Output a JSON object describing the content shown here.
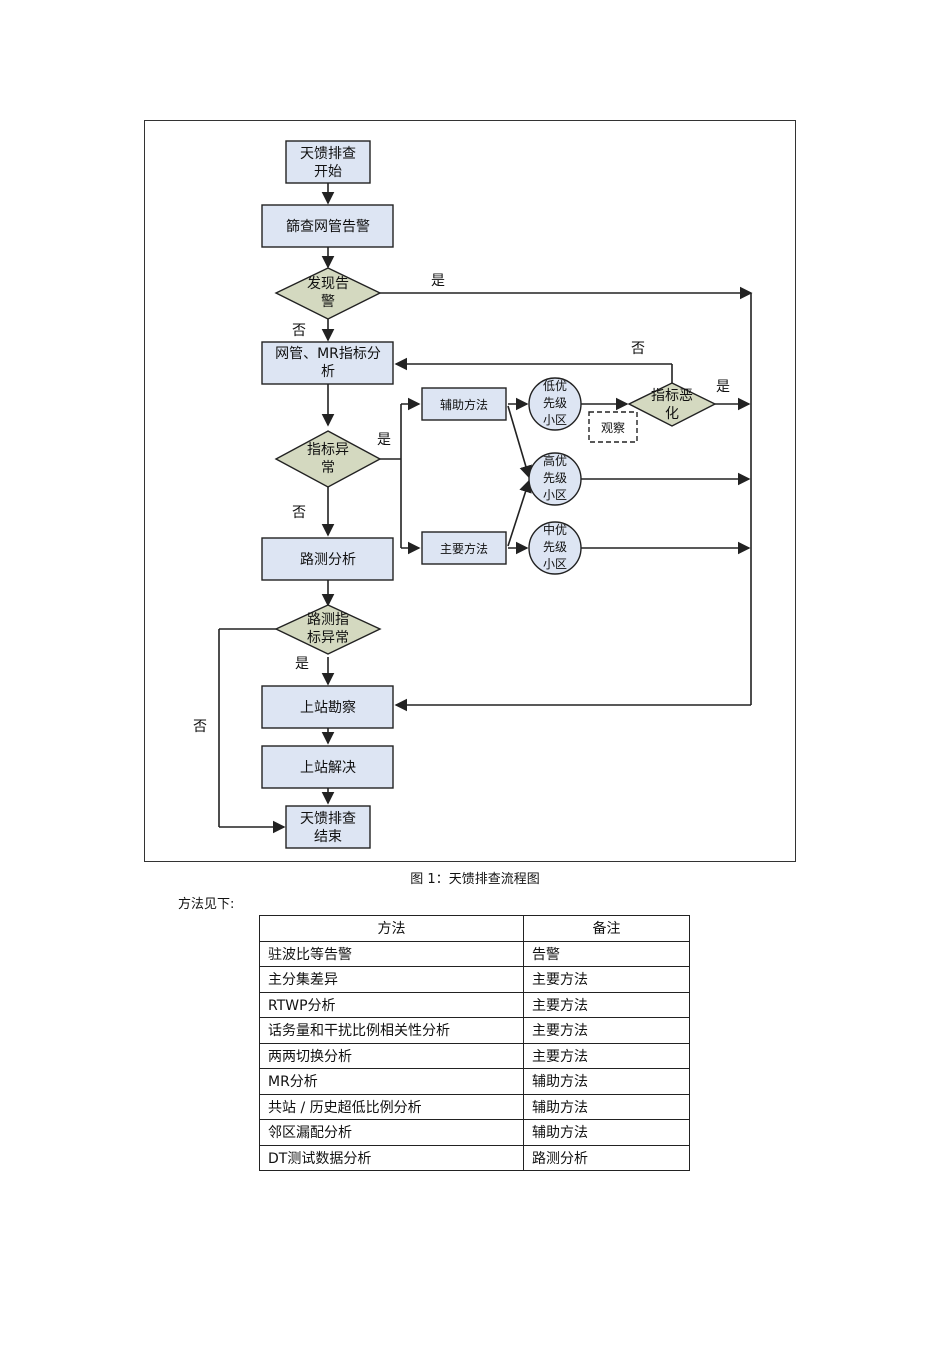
{
  "flowchart": {
    "start": [
      "天馈排查",
      "开始"
    ],
    "screen_alarm": "篩查网管告警",
    "found_alarm": [
      "发现告",
      "警"
    ],
    "nms_mr": [
      "网管、MR指标分",
      "析"
    ],
    "kpi_abnormal": [
      "指标异",
      "常"
    ],
    "drive_test": "路测分析",
    "dt_abnormal": [
      "路测指",
      "标异常"
    ],
    "site_survey": "上站勘察",
    "site_fix": "上站解决",
    "end": [
      "天馈排查",
      "结束"
    ],
    "aux_method": "辅助方法",
    "main_method": "主要方法",
    "low_priority": [
      "低优",
      "先级",
      "小区"
    ],
    "high_priority": [
      "高优",
      "先级",
      "小区"
    ],
    "mid_priority": [
      "中优",
      "先级",
      "小区"
    ],
    "kpi_worse": [
      "指标恶",
      "化"
    ],
    "observe": "观察",
    "yes": "是",
    "no": "否"
  },
  "caption": "图 1：天馈排查流程图",
  "intro": "方法见下:",
  "table": {
    "headers": [
      "方法",
      "备注"
    ],
    "rows": [
      [
        "驻波比等告警",
        "告警"
      ],
      [
        "主分集差异",
        "主要方法"
      ],
      [
        "RTWP分析",
        "主要方法"
      ],
      [
        "话务量和干扰比例相关性分析",
        "主要方法"
      ],
      [
        "两两切换分析",
        "主要方法"
      ],
      [
        "MR分析",
        "辅助方法"
      ],
      [
        "共站 / 历史超低比例分析",
        "辅助方法"
      ],
      [
        "邻区漏配分析",
        "辅助方法"
      ],
      [
        "DT测试数据分析",
        "路测分析"
      ]
    ]
  }
}
